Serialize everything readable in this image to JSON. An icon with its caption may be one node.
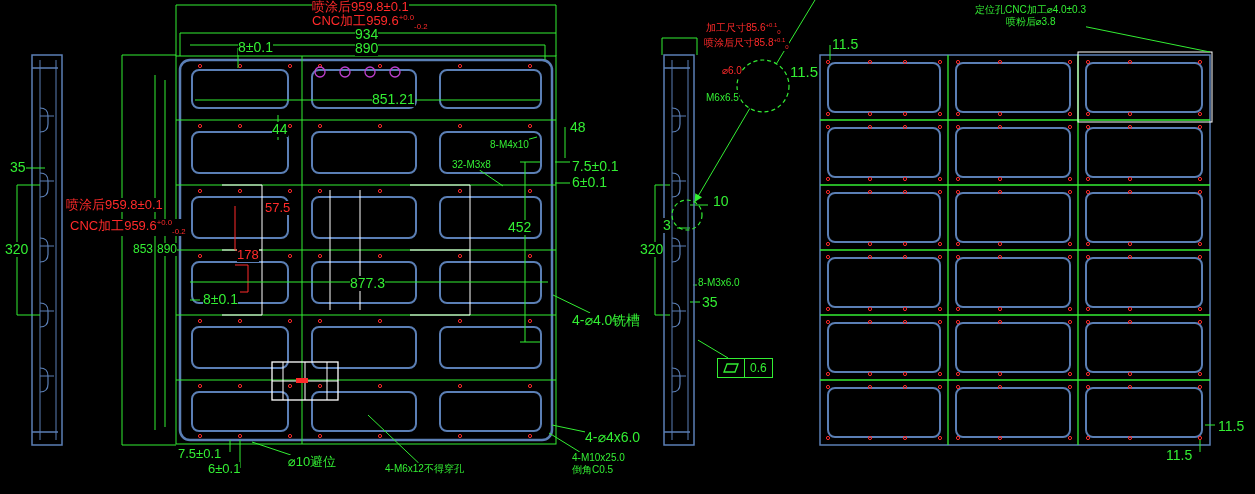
{
  "diagram": {
    "nodes": [
      {
        "text": [
          "4-⌀4.0铣槽"
        ]
      },
      {
        "text": [
          "4-⌀4x6.0"
        ]
      },
      {
        "text": [
          "4-M10x25.0",
          "倒角C0.5"
        ]
      },
      {
        "text": [
          "⌀10避位"
        ]
      },
      {
        "text": [
          "4-M6x12不得穿孔"
        ]
      },
      {
        "text": [
          "8-M4x10"
        ]
      },
      {
        "text": [
          "32-M3x8"
        ]
      },
      {
        "text": [
          "定位孔CNC加工⌀4.0±0.3",
          "喷粉后⌀3.8"
        ]
      },
      {
        "text": [],
        "shape": "circle"
      },
      {
        "text": [],
        "shape": "picture"
      },
      {
        "text": [],
        "shape": "circle",
        "in": 9
      },
      {
        "text": [
          "0.6"
        ]
      }
    ],
    "edges": [
      {
        "from": 0,
        "to": null,
        "arrow": "none"
      },
      {
        "from": 1,
        "to": null,
        "arrow": "none"
      },
      {
        "from": 2,
        "to": null,
        "arrow": "none"
      },
      {
        "from": 3,
        "to": null,
        "arrow": "none"
      },
      {
        "from": 4,
        "to": null,
        "arrow": "none"
      },
      {
        "from": 5,
        "to": null,
        "arrow": "none"
      },
      {
        "from": 6,
        "to": null,
        "arrow": "none"
      },
      {
        "from": 7,
        "to": null,
        "arrow": "none"
      },
      {
        "from": 8,
        "to": 10,
        "arrow": "to"
      },
      {
        "from": 8,
        "to": null,
        "arrow": "none"
      },
      {
        "from": 11,
        "to": 9,
        "arrow": "none"
      }
    ],
    "labels": [
      "喷涂后959.8±0.1",
      "CNC加工959.6$^{+0.0}$$_{-0.2}$",
      "934",
      "890",
      "8±0.1",
      "851.21",
      "44",
      "48",
      "7.5±0.1",
      "6±0.1",
      "452",
      "57.5",
      "178",
      "877.3",
      "8±0.1",
      "35",
      "320",
      "喷涂后959.8±0.1",
      "CNC加工959.6$^{+0.0}$$_{-0.2}$",
      "853",
      "890",
      "7.5±0.1",
      "6±0.1",
      "加工尺寸85.6$^{+0.1}$$_{0}$",
      "喷涂后尺寸85.8$^{+0.1}$$_{0}$",
      "⌀6.0",
      "M6x6.5",
      "11.5",
      "10",
      "3",
      "320",
      "8-M3x6.0",
      "35",
      "11.5",
      "11.5",
      "11.5"
    ]
  }
}
